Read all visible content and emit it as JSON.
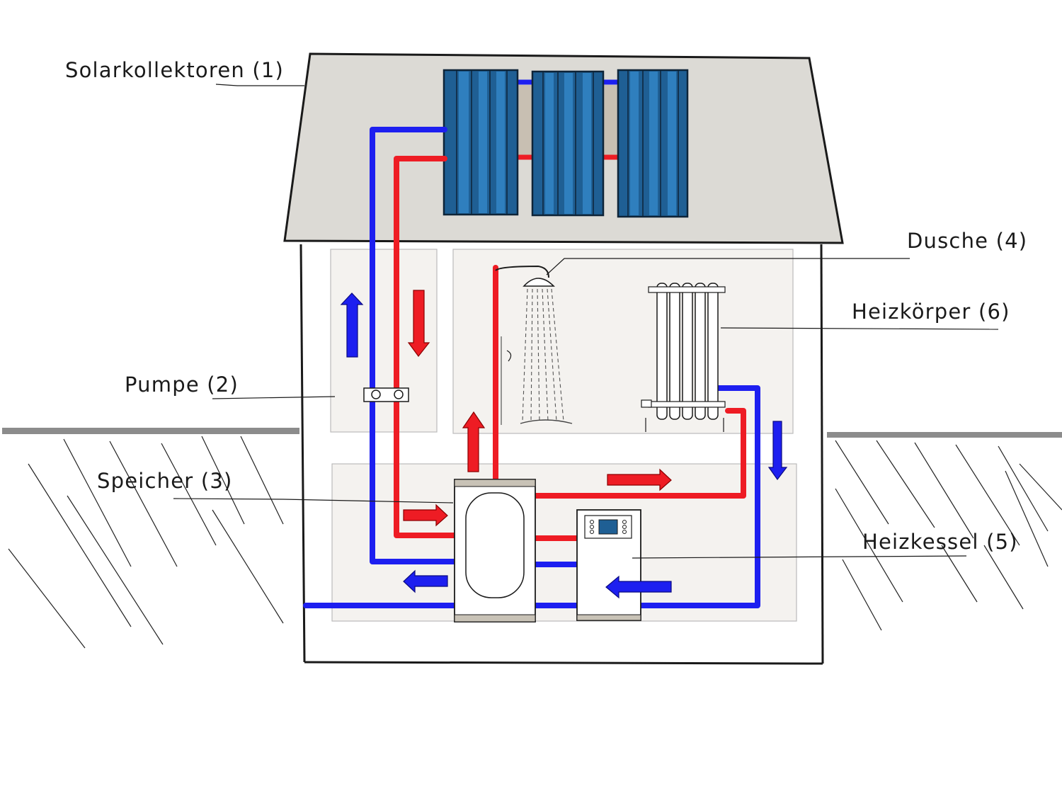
{
  "labels": {
    "solar": "Solarkollektoren (1)",
    "pump": "Pumpe (2)",
    "storage": "Speicher (3)",
    "shower": "Dusche (4)",
    "boiler": "Heizkessel (5)",
    "radiator": "Heizkörper (6)"
  },
  "colors": {
    "hot": "#ee1c24",
    "cold": "#1d1ff0",
    "panel": "#1f5f94",
    "roof": "#dcdad5",
    "room": "#f4f2ef",
    "ground": "#8c8c8c",
    "line": "#1a1a1a"
  }
}
